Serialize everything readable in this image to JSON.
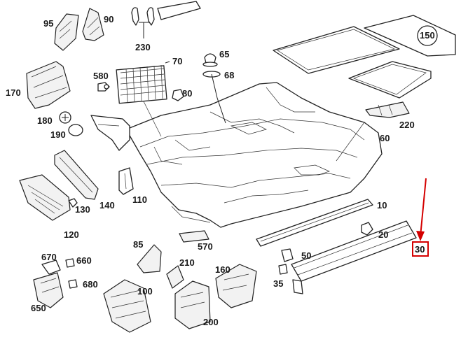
{
  "callouts": {
    "c95": "95",
    "c90": "90",
    "c230": "230",
    "c70": "70",
    "c65": "65",
    "c68": "68",
    "c580": "580",
    "c80": "80",
    "c170": "170",
    "c150": "150",
    "c180": "180",
    "c190": "190",
    "c220": "220",
    "c60": "60",
    "c140": "140",
    "c110": "110",
    "c130": "130",
    "c120": "120",
    "c10": "10",
    "c20": "20",
    "c570": "570",
    "c85": "85",
    "c670": "670",
    "c660": "660",
    "c680": "680",
    "c650": "650",
    "c210": "210",
    "c100": "100",
    "c200": "200",
    "c160": "160",
    "c50": "50",
    "c35": "35",
    "c30": "30"
  },
  "highlight": {
    "part": "30",
    "color": "#d40000"
  }
}
